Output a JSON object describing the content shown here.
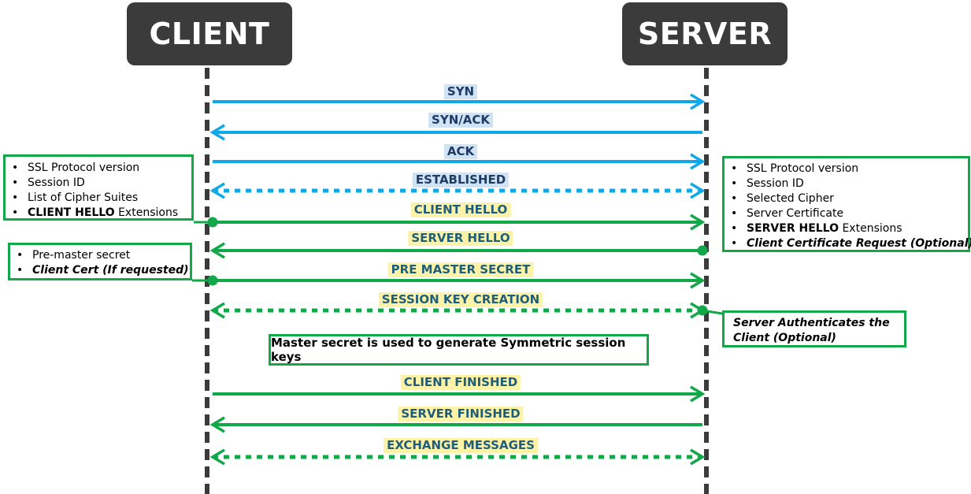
{
  "actors": {
    "client": "CLIENT",
    "server": "SERVER"
  },
  "colors": {
    "blue": "#10a8e8",
    "green": "#12a84a",
    "lifeline": "#3b3b3b"
  },
  "messages": [
    {
      "label": "SYN",
      "from": "client",
      "to": "server",
      "style": "solid",
      "color": "blue"
    },
    {
      "label": "SYN/ACK",
      "from": "server",
      "to": "client",
      "style": "solid",
      "color": "blue"
    },
    {
      "label": "ACK",
      "from": "client",
      "to": "server",
      "style": "solid",
      "color": "blue"
    },
    {
      "label": "ESTABLISHED",
      "from": "both",
      "to": "both",
      "style": "dotted",
      "color": "blue"
    },
    {
      "label": "CLIENT HELLO",
      "from": "client",
      "to": "server",
      "style": "solid",
      "color": "green"
    },
    {
      "label": "SERVER HELLO",
      "from": "server",
      "to": "client",
      "style": "solid",
      "color": "green"
    },
    {
      "label": "PRE MASTER SECRET",
      "from": "client",
      "to": "server",
      "style": "solid",
      "color": "green"
    },
    {
      "label": "SESSION KEY CREATION",
      "from": "both",
      "to": "both",
      "style": "dotted",
      "color": "green"
    },
    {
      "label": "CLIENT FINISHED",
      "from": "client",
      "to": "server",
      "style": "solid",
      "color": "green"
    },
    {
      "label": "SERVER FINISHED",
      "from": "server",
      "to": "client",
      "style": "solid",
      "color": "green"
    },
    {
      "label": "EXCHANGE MESSAGES",
      "from": "both",
      "to": "both",
      "style": "dotted",
      "color": "green"
    }
  ],
  "notes": {
    "client_hello": {
      "items": [
        "SSL Protocol version",
        "Session ID",
        "List of Cipher Suites"
      ],
      "last_bold": "CLIENT HELLO",
      "last_rest": " Extensions"
    },
    "server_hello": {
      "items": [
        "SSL Protocol version",
        "Session ID",
        "Selected Cipher",
        "Server Certificate"
      ],
      "ext_bold": "SERVER HELLO",
      "ext_rest": " Extensions",
      "optional": "Client Certificate Request (Optional)"
    },
    "client_cert": {
      "item": "Pre-master secret",
      "optional": "Client Cert (If requested)"
    },
    "server_auth": {
      "line1": "Server Authenticates the",
      "line2": "Client (Optional)"
    },
    "master_secret": "Master secret is used to generate Symmetric session keys"
  }
}
